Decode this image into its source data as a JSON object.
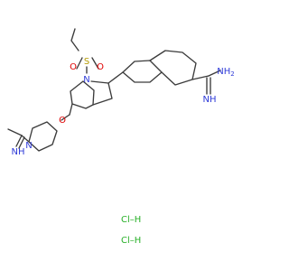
{
  "molecule": {
    "atoms": {
      "sulfonyl_o_left": "O",
      "sulfonyl_s": "S",
      "sulfonyl_o_right": "O",
      "indoline_n": "N",
      "ether_o": "O",
      "piperidine_n": "N",
      "imine_nh": "NH",
      "amidine_nh2": "NH",
      "amidine_nh2_sub": "2",
      "amidine_nh": "NH"
    },
    "salts": [
      "Cl–H",
      "Cl–H"
    ],
    "colors": {
      "bond": "#3b3b3b",
      "nitrogen": "#2f3bd8",
      "oxygen": "#e00000",
      "sulfur": "#b59a00",
      "chlorine": "#28b028"
    }
  }
}
